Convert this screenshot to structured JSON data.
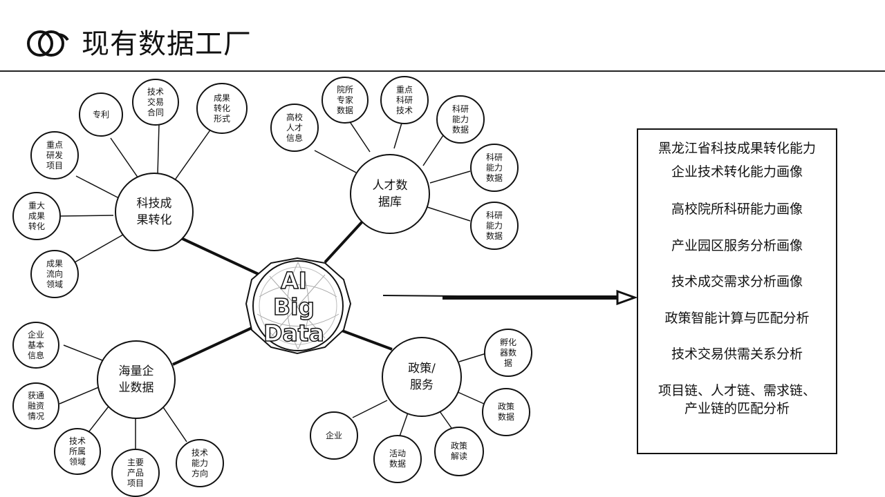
{
  "page": {
    "title": "现有数据工厂"
  },
  "core": {
    "line1": "AI",
    "line2": "Big Data"
  },
  "hubs": [
    {
      "id": "keji",
      "label": "科技成\n果转化"
    },
    {
      "id": "rencai",
      "label": "人才数\n据库"
    },
    {
      "id": "qiye",
      "label": "海量企\n业数据"
    },
    {
      "id": "zhengce",
      "label": "政策/\n服务"
    }
  ],
  "leaves": {
    "keji": [
      "专利",
      "技术\n交易\n合同",
      "成果\n转化\n形式",
      "重点\n研发\n项目",
      "重大\n成果\n转化",
      "成果\n流向\n领域"
    ],
    "rencai": [
      "院所\n专家\n数据",
      "重点\n科研\n技术",
      "高校\n人才\n信息",
      "科研\n能力\n数据",
      "科研\n能力\n数据",
      "科研\n能力\n数据"
    ],
    "qiye": [
      "企业\n基本\n信息",
      "获通\n融资\n情况",
      "技术\n所属\n领域",
      "主要\n产品\n项目",
      "技术\n能力\n方向"
    ],
    "zhengce": [
      "孵化\n器数\n据",
      "政策\n数据",
      "政策\n解读",
      "活动\n数据",
      "企业"
    ]
  },
  "results": {
    "title": "黑龙江省科技成果转化能力",
    "items": [
      "企业技术转化能力画像",
      "高校院所科研能力画像",
      "产业园区服务分析画像",
      "技术成交需求分析画像",
      "政策智能计算与匹配分析",
      "技术交易供需关系分析",
      "项目链、人才链、需求链、\n产业链的匹配分析"
    ]
  }
}
